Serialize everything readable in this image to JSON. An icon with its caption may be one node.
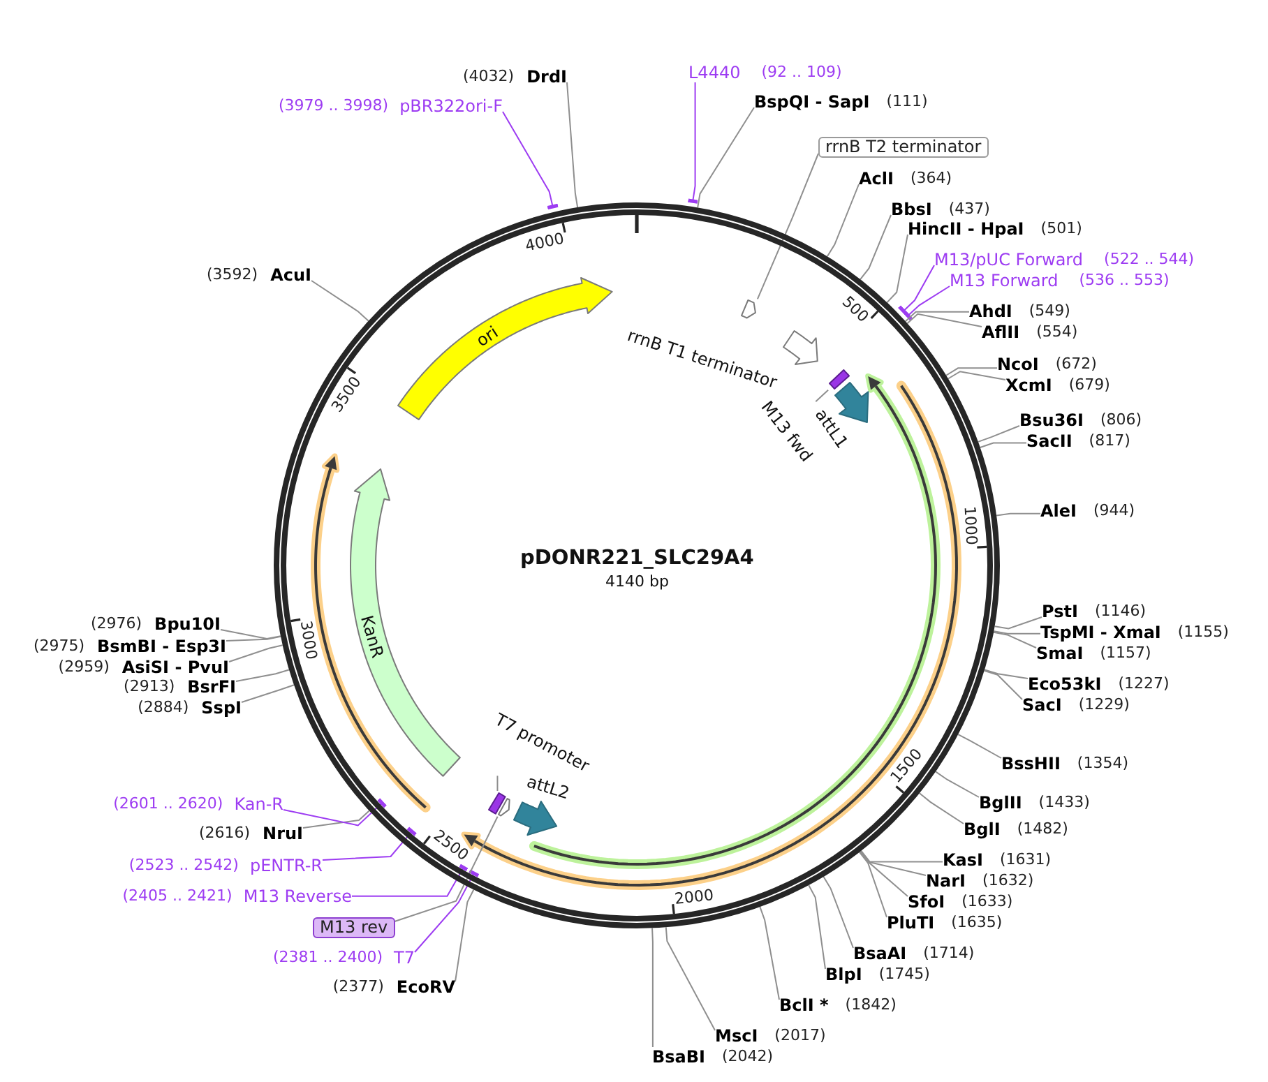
{
  "diagram": {
    "nodes": [
      {
        "text": [
          "L4440"
        ],
        "beside": [
          "(92 .. 109)"
        ]
      },
      {
        "text": [
          "BspQI - SapI"
        ],
        "beside": [
          "(111)"
        ]
      },
      {
        "text": [
          "rrnB T2 terminator"
        ]
      },
      {
        "text": [
          "AclI"
        ],
        "beside": [
          "(364)"
        ]
      },
      {
        "text": [
          "BbsI"
        ],
        "beside": [
          "(437)"
        ]
      },
      {
        "text": [
          "HincII - HpaI"
        ],
        "beside": [
          "(501)"
        ]
      },
      {
        "text": [
          "M13/pUC Forward"
        ],
        "beside": [
          "(522 .. 544)"
        ]
      },
      {
        "text": [
          "M13 Forward"
        ],
        "beside": [
          "(536 .. 553)"
        ]
      },
      {
        "text": [
          "AhdI"
        ],
        "beside": [
          "(549)"
        ]
      },
      {
        "text": [
          "AflII"
        ],
        "beside": [
          "(554)"
        ]
      },
      {
        "text": [
          "NcoI"
        ],
        "beside": [
          "(672)"
        ]
      },
      {
        "text": [
          "XcmI"
        ],
        "beside": [
          "(679)"
        ]
      },
      {
        "text": [
          "Bsu36I"
        ],
        "beside": [
          "(806)"
        ]
      },
      {
        "text": [
          "SacII"
        ],
        "beside": [
          "(817)"
        ]
      },
      {
        "text": [
          "AleI"
        ],
        "beside": [
          "(944)"
        ]
      },
      {
        "text": [
          "PstI"
        ],
        "beside": [
          "(1146)"
        ]
      },
      {
        "text": [
          "TspMI - XmaI"
        ],
        "beside": [
          "(1155)"
        ]
      },
      {
        "text": [
          "SmaI"
        ],
        "beside": [
          "(1157)"
        ]
      },
      {
        "text": [
          "Eco53kI"
        ],
        "beside": [
          "(1227)"
        ]
      },
      {
        "text": [
          "SacI"
        ],
        "beside": [
          "(1229)"
        ]
      },
      {
        "text": [
          "BssHII"
        ],
        "beside": [
          "(1354)"
        ]
      },
      {
        "text": [
          "BglII"
        ],
        "beside": [
          "(1433)"
        ]
      },
      {
        "text": [
          "BglI"
        ],
        "beside": [
          "(1482)"
        ]
      },
      {
        "text": [
          "KasI"
        ],
        "beside": [
          "(1631)"
        ]
      },
      {
        "text": [
          "NarI"
        ],
        "beside": [
          "(1632)"
        ]
      },
      {
        "text": [
          "SfoI"
        ],
        "beside": [
          "(1633)"
        ]
      },
      {
        "text": [
          "PluTI"
        ],
        "beside": [
          "(1635)"
        ]
      },
      {
        "text": [
          "BsaAI"
        ],
        "beside": [
          "(1714)"
        ]
      },
      {
        "text": [
          "BlpI"
        ],
        "beside": [
          "(1745)"
        ]
      },
      {
        "text": [
          "BclI *"
        ],
        "beside": [
          "(1842)"
        ]
      },
      {
        "text": [
          "MscI"
        ],
        "beside": [
          "(2017)"
        ]
      },
      {
        "text": [
          "BsaBI"
        ],
        "beside": [
          "(2042)"
        ]
      },
      {
        "text": [
          "EcoRV"
        ],
        "beside": [
          "(2377)"
        ]
      },
      {
        "text": [
          "T7"
        ],
        "beside": [
          "(2381 .. 2400)"
        ]
      },
      {
        "text": [
          "M13 rev"
        ]
      },
      {
        "text": [
          "M13 Reverse"
        ],
        "beside": [
          "(2405 .. 2421)"
        ]
      },
      {
        "text": [
          "pENTR-R"
        ],
        "beside": [
          "(2523 .. 2542)"
        ]
      },
      {
        "text": [
          "NruI"
        ],
        "beside": [
          "(2616)"
        ]
      },
      {
        "text": [
          "Kan-R"
        ],
        "beside": [
          "(2601 .. 2620)"
        ]
      },
      {
        "text": [
          "SspI"
        ],
        "beside": [
          "(2884)"
        ]
      },
      {
        "text": [
          "BsrFI"
        ],
        "beside": [
          "(2913)"
        ]
      },
      {
        "text": [
          "AsiSI - PvuI"
        ],
        "beside": [
          "(2959)"
        ]
      },
      {
        "text": [
          "BsmBI - Esp3I"
        ],
        "beside": [
          "(2975)"
        ]
      },
      {
        "text": [
          "Bpu10I"
        ],
        "beside": [
          "(2976)"
        ]
      },
      {
        "text": [
          "AcuI"
        ],
        "beside": [
          "(3592)"
        ]
      },
      {
        "text": [
          "pBR322ori-F"
        ],
        "beside": [
          "(3979 .. 3998)"
        ]
      },
      {
        "text": [
          "DrdI"
        ],
        "beside": [
          "(4032)"
        ]
      },
      {
        "text": [
          "pDONR221_SLC29A4",
          "4140 bp"
        ]
      },
      {
        "text": [],
        "shape": "arrow",
        "in": 47
      },
      {
        "text": [
          "rrnB T1 terminator"
        ],
        "in": 47
      },
      {
        "text": [],
        "shape": "box",
        "in": 47
      },
      {
        "text": [
          "M13 fwd"
        ],
        "in": 47
      },
      {
        "text": [
          "attL1"
        ],
        "in": 47
      },
      {
        "text": [
          "attL2"
        ],
        "in": 47
      },
      {
        "text": [],
        "shape": "arrow",
        "in": 47
      },
      {
        "text": [],
        "shape": "box",
        "in": 47
      },
      {
        "text": [
          "T7 promoter"
        ],
        "in": 47
      },
      {
        "text": [
          "KanR"
        ],
        "in": 47
      },
      {
        "text": [
          "ori"
        ],
        "in": 47
      }
    ],
    "edges": [
      {
        "from": 0,
        "to": 47,
        "arrow": "other",
        "color": "#9d3cf2"
      },
      {
        "from": 1,
        "to": 47,
        "arrow": "none"
      },
      {
        "from": 2,
        "to": 48,
        "arrow": "none"
      },
      {
        "from": 3,
        "to": 47,
        "arrow": "none"
      },
      {
        "from": 4,
        "to": 47,
        "arrow": "none"
      },
      {
        "from": 5,
        "to": 47,
        "arrow": "none"
      },
      {
        "from": 6,
        "to": 47,
        "arrow": "other",
        "color": "#9d3cf2"
      },
      {
        "from": 7,
        "to": 47,
        "arrow": "other",
        "color": "#9d3cf2"
      },
      {
        "from": 8,
        "to": 47,
        "arrow": "none"
      },
      {
        "from": 9,
        "to": 47,
        "arrow": "none"
      },
      {
        "from": 10,
        "to": 47,
        "arrow": "none"
      },
      {
        "from": 11,
        "to": 47,
        "arrow": "none"
      },
      {
        "from": 12,
        "to": 47,
        "arrow": "none"
      },
      {
        "from": 13,
        "to": 47,
        "arrow": "none"
      },
      {
        "from": 14,
        "to": 47,
        "arrow": "none"
      },
      {
        "from": 15,
        "to": 47,
        "arrow": "none"
      },
      {
        "from": 16,
        "to": 47,
        "arrow": "none"
      },
      {
        "from": 17,
        "to": 47,
        "arrow": "none"
      },
      {
        "from": 18,
        "to": 47,
        "arrow": "none"
      },
      {
        "from": 19,
        "to": 47,
        "arrow": "none"
      },
      {
        "from": 20,
        "to": 47,
        "arrow": "none"
      },
      {
        "from": 21,
        "to": 47,
        "arrow": "none"
      },
      {
        "from": 22,
        "to": 47,
        "arrow": "none"
      },
      {
        "from": 23,
        "to": 47,
        "arrow": "none"
      },
      {
        "from": 24,
        "to": 47,
        "arrow": "none"
      },
      {
        "from": 25,
        "to": 47,
        "arrow": "none"
      },
      {
        "from": 26,
        "to": 47,
        "arrow": "none"
      },
      {
        "from": 27,
        "to": 47,
        "arrow": "none"
      },
      {
        "from": 28,
        "to": 47,
        "arrow": "none"
      },
      {
        "from": 29,
        "to": 47,
        "arrow": "none"
      },
      {
        "from": 30,
        "to": 47,
        "arrow": "none"
      },
      {
        "from": 31,
        "to": 47,
        "arrow": "none"
      },
      {
        "from": 32,
        "to": 47,
        "arrow": "none"
      },
      {
        "from": 33,
        "to": 47,
        "arrow": "other",
        "color": "#9d3cf2"
      },
      {
        "from": 34,
        "to": 54,
        "arrow": "none"
      },
      {
        "from": 35,
        "to": 47,
        "arrow": "other",
        "color": "#9d3cf2"
      },
      {
        "from": 36,
        "to": 47,
        "arrow": "other",
        "color": "#9d3cf2"
      },
      {
        "from": 37,
        "to": 47,
        "arrow": "none"
      },
      {
        "from": 38,
        "to": 47,
        "arrow": "other",
        "color": "#9d3cf2"
      },
      {
        "from": 39,
        "to": 47,
        "arrow": "none"
      },
      {
        "from": 40,
        "to": 47,
        "arrow": "none"
      },
      {
        "from": 41,
        "to": 47,
        "arrow": "none"
      },
      {
        "from": 42,
        "to": 47,
        "arrow": "none"
      },
      {
        "from": 43,
        "to": 47,
        "arrow": "none"
      },
      {
        "from": 44,
        "to": 47,
        "arrow": "none"
      },
      {
        "from": 45,
        "to": 47,
        "arrow": "other",
        "color": "#9d3cf2"
      },
      {
        "from": 46,
        "to": 47,
        "arrow": "none"
      },
      {
        "from": 51,
        "to": 50,
        "arrow": "none"
      },
      {
        "from": 56,
        "to": 55,
        "arrow": "none"
      }
    ],
    "labels": [
      "500",
      "1000",
      "1500",
      "2000",
      "2500",
      "3000",
      "3500",
      "4000"
    ]
  }
}
